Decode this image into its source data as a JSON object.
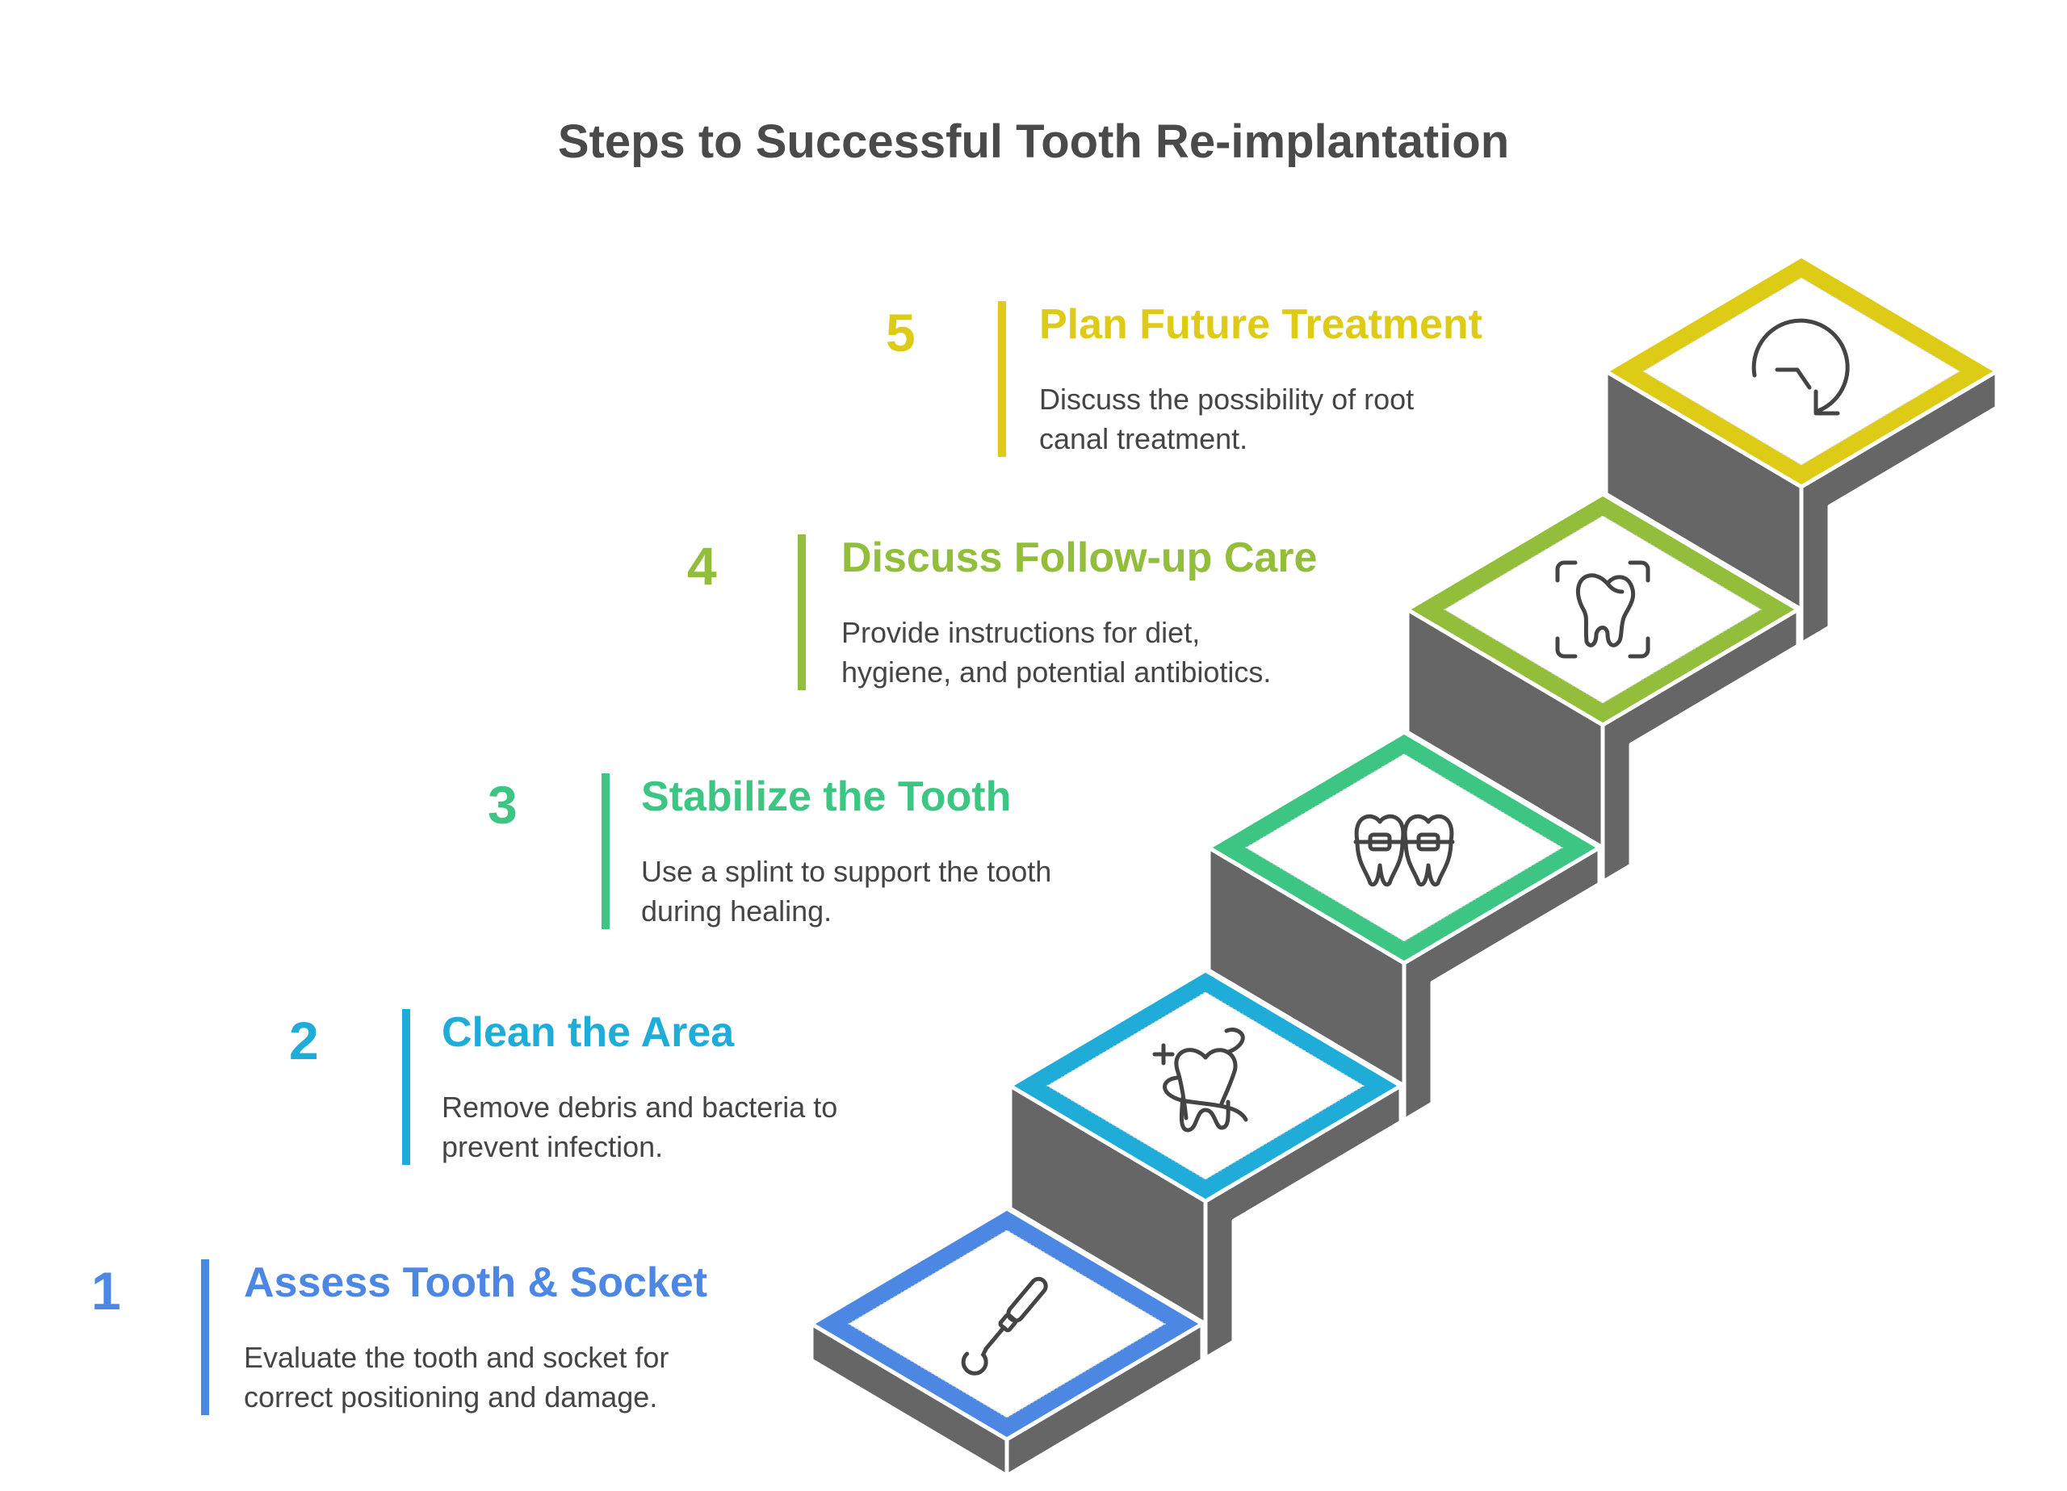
{
  "title": "Steps to Successful Tooth Re-implantation",
  "colors": {
    "riser_gray": "#666666",
    "icon_stroke": "#444444",
    "body_text": "#454545",
    "title_text": "#4a4a4a"
  },
  "steps": [
    {
      "number": "1",
      "title": "Assess Tooth & Socket",
      "description_lines": [
        "Evaluate the tooth and socket for",
        "correct positioning and damage."
      ],
      "color": "#4C87E3",
      "icon": "dental-probe-icon"
    },
    {
      "number": "2",
      "title": "Clean the Area",
      "description_lines": [
        "Remove debris and bacteria to",
        "prevent infection."
      ],
      "color": "#1FACD9",
      "icon": "tooth-floss-clean-icon"
    },
    {
      "number": "3",
      "title": "Stabilize the Tooth",
      "description_lines": [
        "Use a splint to support the tooth",
        "during healing."
      ],
      "color": "#3DC683",
      "icon": "teeth-braces-icon"
    },
    {
      "number": "4",
      "title": "Discuss Follow-up Care",
      "description_lines": [
        "Provide instructions for diet,",
        "hygiene, and potential antibiotics."
      ],
      "color": "#92BE3C",
      "icon": "tooth-scan-icon"
    },
    {
      "number": "5",
      "title": "Plan Future Treatment",
      "description_lines": [
        "Discuss the possibility of root",
        "canal treatment."
      ],
      "color": "#DDCB15",
      "icon": "clock-arrow-icon"
    }
  ]
}
